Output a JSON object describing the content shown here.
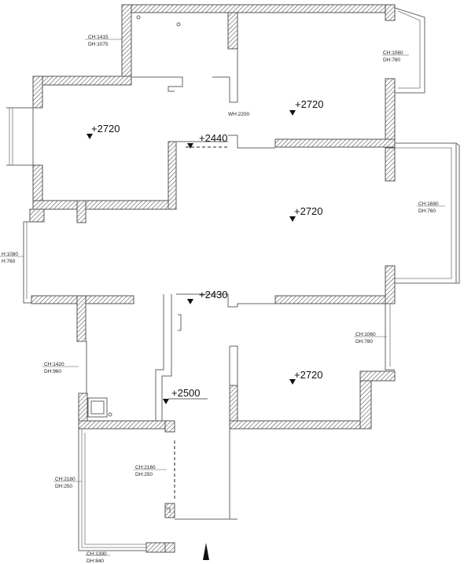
{
  "levels": [
    {
      "id": "upper-left-room",
      "text": "+2720"
    },
    {
      "id": "upper-right-room",
      "text": "+2720"
    },
    {
      "id": "corridor-upper",
      "text": "+2440"
    },
    {
      "id": "living-room",
      "text": "+2720"
    },
    {
      "id": "corridor-lower",
      "text": "+2430"
    },
    {
      "id": "lower-right-room",
      "text": "+2720"
    },
    {
      "id": "kitchen-corridor",
      "text": "+2500"
    }
  ],
  "annotations": {
    "top_window_ch": "CH:1415",
    "top_window_dh": "DH:1075",
    "right_top_window_ch": "CH:1060",
    "right_top_window_dh": "DH:780",
    "door_height": "WH:2200",
    "right_mid_window_ch": "CH:1680",
    "right_mid_window_dh": "DH:760",
    "left_mid_window_ch": "H:1080",
    "left_mid_window_dh": "H:760",
    "right_lower_window_ch": "CH:1060",
    "right_lower_window_dh": "DH:780",
    "left_lower_window_ch": "CH:1420",
    "left_lower_window_dh": "DH:960",
    "left_bottom_window_ch": "CH:2180",
    "left_bottom_window_dh": "DH:250",
    "inner_window_ch": "CH:2160",
    "inner_window_dh": "DH:250",
    "bottom_window_ch": "CH:1390",
    "bottom_window_dh": "DH:840"
  }
}
